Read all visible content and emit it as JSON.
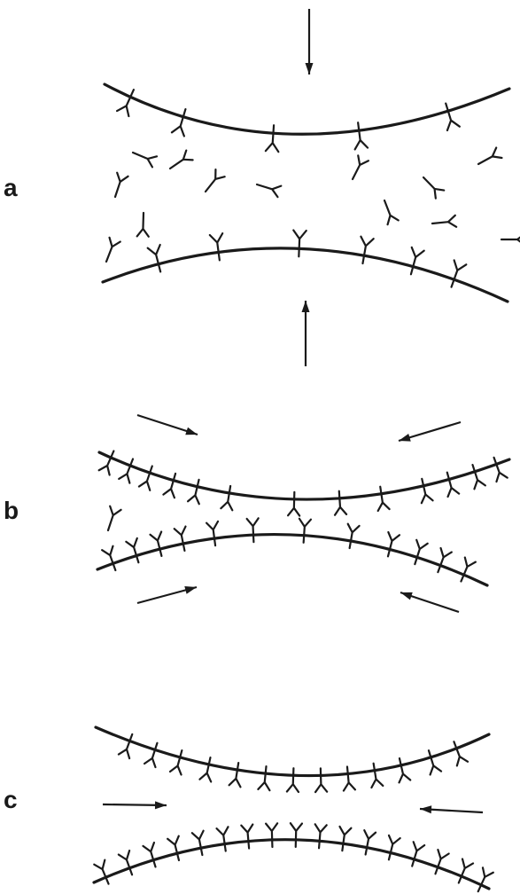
{
  "panels": [
    {
      "label": "a"
    },
    {
      "label": "b"
    },
    {
      "label": "c"
    }
  ],
  "colors": {
    "ink": "#1a1a1a",
    "background": "#ffffff"
  },
  "icon_names": [
    "arrow-icon",
    "y-shaped-receptor-icon",
    "membrane-curve"
  ]
}
